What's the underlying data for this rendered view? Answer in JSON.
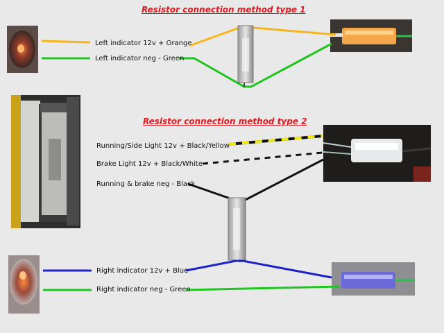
{
  "diagram": {
    "type1": {
      "title": "Resistor connection method type 1",
      "labels": {
        "left_pos": "Left indicator  12v + Orange",
        "left_neg": "Left indicator neg - Green"
      }
    },
    "type2": {
      "title": "Resistor connection method type 2",
      "labels": {
        "running": "Running/Side Light 12v + Black/Yellow",
        "brake": "Brake Light 12v + Black/White",
        "neg": "Running & brake neg - Black",
        "right_pos": "Right indicator 12v + Blue",
        "right_neg": "Right indicator neg - Green"
      }
    }
  },
  "colors": {
    "orange": "#f7b51c",
    "green": "#1ec51e",
    "blue": "#1b22c8",
    "black": "#111111",
    "yellow": "#f2ea0f",
    "white": "#ffffff",
    "title_red": "#e3171e"
  },
  "icons": {
    "resistor": "resistor-icon",
    "indicator": "indicator-lamp-icon",
    "taillight": "tail-light-icon",
    "connector": "connector-icon"
  }
}
